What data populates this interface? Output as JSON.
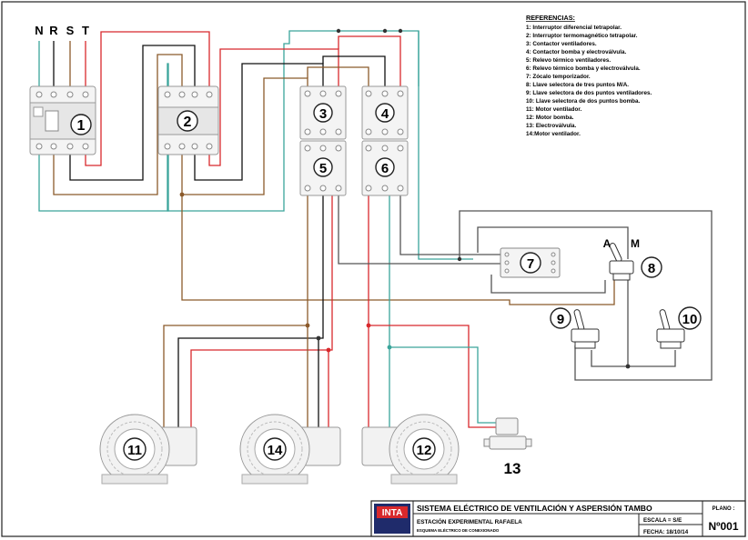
{
  "phases": [
    "N",
    "R",
    "S",
    "T"
  ],
  "components": {
    "c1": "1",
    "c2": "2",
    "c3": "3",
    "c4": "4",
    "c5": "5",
    "c6": "6",
    "c7": "7",
    "c8": "8",
    "c9": "9",
    "c10": "10",
    "m11": "11",
    "m12": "12",
    "m13": "13",
    "m14": "14"
  },
  "selector_labels": {
    "a": "A",
    "m": "M"
  },
  "references": {
    "title": "REFERENCIAS:",
    "items": [
      "1: Interruptor diferencial tetrapolar.",
      "2: Interruptor termomagnético tetrapolar.",
      "3: Contactor ventiladores.",
      "4: Contactor bomba y electroválvula.",
      "5: Relevo térmico ventiladores.",
      "6: Relevo térmico bomba y electroválvula.",
      "7: Zócalo temporizador.",
      "8: Llave selectora de tres puntos M/A.",
      "9: Llave selectora de dos puntos ventiladores.",
      "10: Llave selectora de dos puntos bomba.",
      "11: Motor ventilador.",
      "12: Motor bomba.",
      "13: Electroválvula.",
      "14:Motor ventilador."
    ]
  },
  "title_block": {
    "logo": "INTA",
    "title": "SISTEMA ELÉCTRICO DE VENTILACIÓN Y ASPERSIÓN TAMBO",
    "subtitle": "ESTACIÓN EXPERIMENTAL RAFAELA",
    "caption": "ESQUEMA ELÉCTRICO DE CONEXIONADO",
    "scale": "ESCALA = S/E",
    "date": "FECHA: 18/10/14",
    "plan_label": "PLANO :",
    "plan_number": "Nº001"
  },
  "colors": {
    "neutral": "#3aa59b",
    "R": "#111111",
    "S": "#8b5a2b",
    "T": "#d8282c",
    "logo": "#d8282c"
  }
}
